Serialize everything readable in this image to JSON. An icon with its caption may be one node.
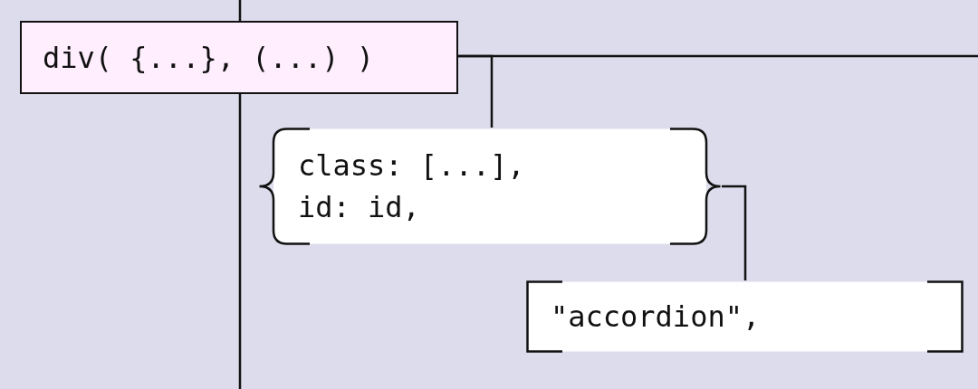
{
  "diagram": {
    "nodes": [
      {
        "text": [
          "div( {...}, (...) )"
        ]
      },
      {
        "text": [
          "class: [...],",
          "id: id,"
        ]
      },
      {
        "text": [
          "\"accordion\","
        ]
      }
    ],
    "edges": [
      {
        "from": null,
        "to": 0,
        "arrow": "none"
      },
      {
        "from": 0,
        "to": null,
        "arrow": "none"
      },
      {
        "from": 0,
        "to": null,
        "arrow": "none"
      },
      {
        "from": 0,
        "to": 1,
        "arrow": "none"
      },
      {
        "from": 1,
        "to": 2,
        "arrow": "none"
      }
    ]
  }
}
